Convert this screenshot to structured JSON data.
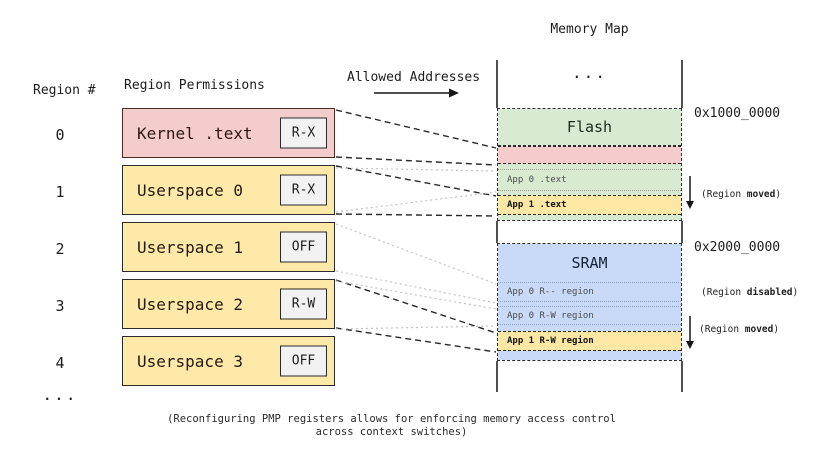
{
  "palette": {
    "pink": "#f4cccc",
    "box_yellow": "#ffe9a9",
    "map_yellow": "#fce8a4",
    "green": "#d9ead3",
    "blue": "#c9daf8",
    "badge": "#f2f2f2",
    "kernel_border": "#4d2a24",
    "box_border": "#2b2b2b",
    "line": "#2a2a2a"
  },
  "left_panel": {
    "region_col_header": "Region #",
    "perm_col_header": "Region Permissions",
    "rows": [
      {
        "num": "0",
        "label": "Kernel .text",
        "perm": "R-X"
      },
      {
        "num": "1",
        "label": "Userspace 0",
        "perm": "R-X"
      },
      {
        "num": "2",
        "label": "Userspace 1",
        "perm": "OFF"
      },
      {
        "num": "3",
        "label": "Userspace 2",
        "perm": "R-W"
      },
      {
        "num": "4",
        "label": "Userspace 3",
        "perm": "OFF"
      }
    ],
    "ellipsis": "..."
  },
  "allowed_addresses_label": "Allowed Addresses",
  "memory_map": {
    "title": "Memory Map",
    "ellipsis": "...",
    "flash": {
      "label": "Flash",
      "address": "0x1000_0000",
      "app0_text": "App 0 .text",
      "app1_text": "App 1 .text"
    },
    "sram": {
      "label": "SRAM",
      "address": "0x2000_0000",
      "app0_r": "App 0 R-- region",
      "app0_rw": "App 0 R-W region",
      "app1_rw": "App 1 R-W region"
    }
  },
  "annotations": {
    "moved_top": {
      "pre": "(Region ",
      "bold": "moved",
      "post": ")"
    },
    "disabled": {
      "pre": "(Region ",
      "bold": "disabled",
      "post": ")"
    },
    "moved_bottom": {
      "pre": "(Region ",
      "bold": "moved",
      "post": ")"
    }
  },
  "caption": {
    "line1": "(Reconfiguring PMP registers allows for enforcing memory access control",
    "line2": "across context switches)"
  }
}
